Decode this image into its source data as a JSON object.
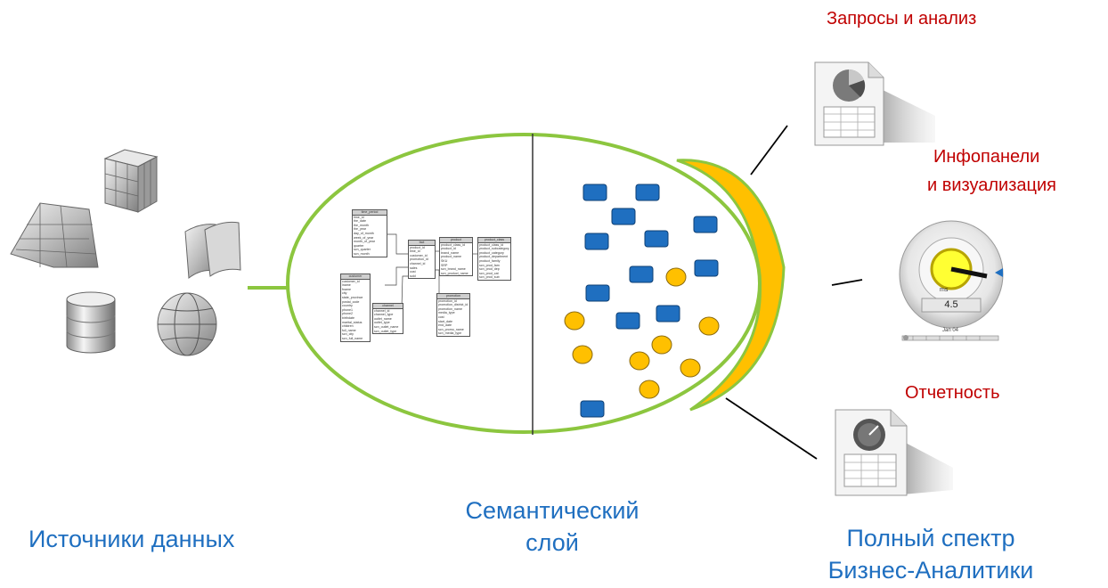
{
  "labels": {
    "data_sources": "Источники данных",
    "semantic_layer_line1": "Семантический",
    "semantic_layer_line2": "слой",
    "bi_spectrum_line1": "Полный спектр",
    "bi_spectrum_line2": "Бизнес-Аналитики"
  },
  "outputs": {
    "query_analysis": "Запросы и анализ",
    "dashboards_line1": "Инфопанели",
    "dashboards_line2": "и визуализация",
    "reporting": "Отчетность"
  },
  "gauge": {
    "readout_label": "ms",
    "readout_value": "4.5",
    "slider_label": "Jan 04"
  },
  "schema_tables": [
    {
      "name": "time_period",
      "fields": [
        "time_id",
        "the_date",
        "the_month",
        "the_year",
        "day_of_month",
        "week_of_year",
        "month_of_year",
        "quarter",
        "scn_quarter",
        "scn_month"
      ]
    },
    {
      "name": "fact",
      "fields": [
        "product_id",
        "time_id",
        "customer_id",
        "promotion_id",
        "channel_id",
        "sales",
        "cost",
        "sold"
      ]
    },
    {
      "name": "product",
      "fields": [
        "product_class_id",
        "product_id",
        "brand_name",
        "product_name",
        "SKU",
        "SRP",
        "scn_brand_name",
        "scn_product_name"
      ]
    },
    {
      "name": "product_class",
      "fields": [
        "product_class_id",
        "product_subcategory",
        "product_category",
        "product_department",
        "product_family",
        "scn_prod_fam",
        "scn_prod_dep",
        "scn_prod_cat",
        "scn_prod_sub"
      ]
    },
    {
      "name": "customer",
      "fields": [
        "customer_id",
        "lname",
        "fname",
        "city",
        "state_province",
        "postal_code",
        "country",
        "phone1",
        "phone2",
        "birthdate",
        "marital_status",
        "children",
        "full_name",
        "scn_city",
        "scn_full_name"
      ]
    },
    {
      "name": "channel",
      "fields": [
        "channel_id",
        "channel_type",
        "outlet_name",
        "outlet_type",
        "scn_outlet_name",
        "scn_outlet_type"
      ]
    },
    {
      "name": "promotion",
      "fields": [
        "promotion_id",
        "promotion_district_id",
        "promotion_name",
        "media_type",
        "cost",
        "start_date",
        "end_date",
        "scn_promo_name",
        "scn_media_type"
      ]
    }
  ],
  "colors": {
    "caption_blue": "#1f6fc0",
    "caption_red": "#c00000",
    "ellipse_green": "#8cc63f",
    "crescent_orange": "#ffc000",
    "square_blue": "#1f6fc0",
    "circle_orange": "#ffc000"
  },
  "icons": [
    "spreadsheet-cube-icon",
    "olap-cube-icon",
    "document-pages-icon",
    "database-cylinder-icon",
    "globe-icon",
    "pie-chart-report-icon",
    "speedometer-gauge-icon",
    "gauge-report-icon"
  ]
}
